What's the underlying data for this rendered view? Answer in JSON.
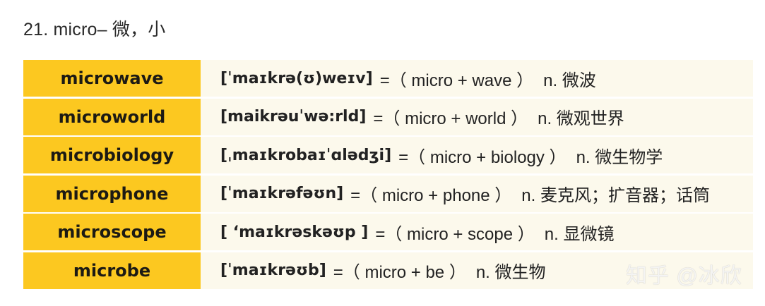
{
  "heading": "21. micro– 微，小",
  "colors": {
    "word_bg": "#fcc820",
    "def_bg": "#fcf9ec"
  },
  "rows": [
    {
      "word": "microwave",
      "phonetic": "[ˈmaɪkrə(ʊ)weɪv]",
      "formula": "=（ micro + wave ）",
      "meaning": "n. 微波"
    },
    {
      "word": "microworld",
      "phonetic": "[maikrəuˈwə:rld]",
      "formula": "=（ micro + world ）",
      "meaning": "n. 微观世界"
    },
    {
      "word": "microbiology",
      "phonetic": "[ˌmaɪkrobaɪˈɑlədʒi]",
      "formula": "=（ micro + biology ）",
      "meaning": "n. 微生物学"
    },
    {
      "word": "microphone",
      "phonetic": "[ˈmaɪkrəfəʊn]",
      "formula": "=（ micro + phone ）",
      "meaning": "n. 麦克风；扩音器；话筒"
    },
    {
      "word": "microscope",
      "phonetic": "[ ‘maɪkrəskəʊp ]",
      "formula": "=（ micro + scope ）",
      "meaning": "n. 显微镜"
    },
    {
      "word": "microbe",
      "phonetic": "[ˈmaɪkrəʊb]",
      "formula": "=（ micro + be ）",
      "meaning": "n. 微生物"
    }
  ],
  "watermark": "知乎 @冰欣"
}
